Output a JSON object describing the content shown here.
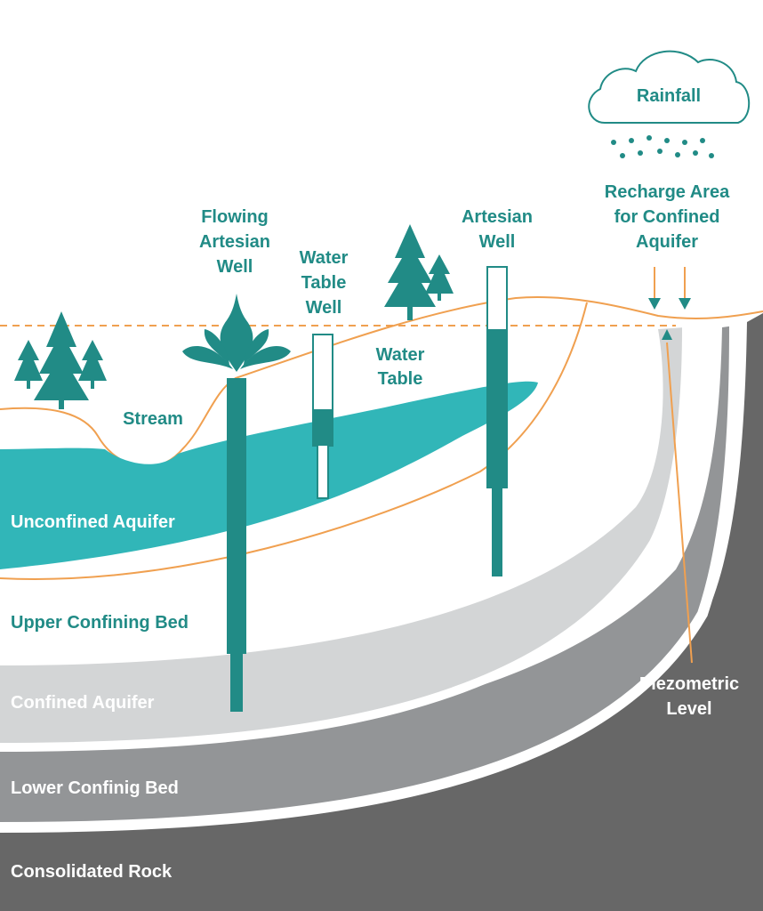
{
  "labels": {
    "rainfall": "Rainfall",
    "recharge": [
      "Recharge Area",
      "for Confined",
      "Aquifer"
    ],
    "flowing": [
      "Flowing",
      "Artesian",
      "Well"
    ],
    "water_table_well": [
      "Water",
      "Table",
      "Well"
    ],
    "artesian_well": [
      "Artesian",
      "Well"
    ],
    "water_table": [
      "Water",
      "Table"
    ],
    "stream": "Stream",
    "unconfined": "Unconfined Aquifer",
    "upper_bed": "Upper Confining Bed",
    "confined": "Confined Aquifer",
    "lower_bed": "Lower Confinig Bed",
    "rock": "Consolidated Rock",
    "piezometric": [
      "Piezometric",
      "Level"
    ]
  },
  "colors": {
    "teal": "#218b86",
    "aquifer": "#31b6b8",
    "orange": "#f0a050",
    "confined": "#d3d5d6",
    "lower_bed": "#939597",
    "rock": "#676767"
  }
}
